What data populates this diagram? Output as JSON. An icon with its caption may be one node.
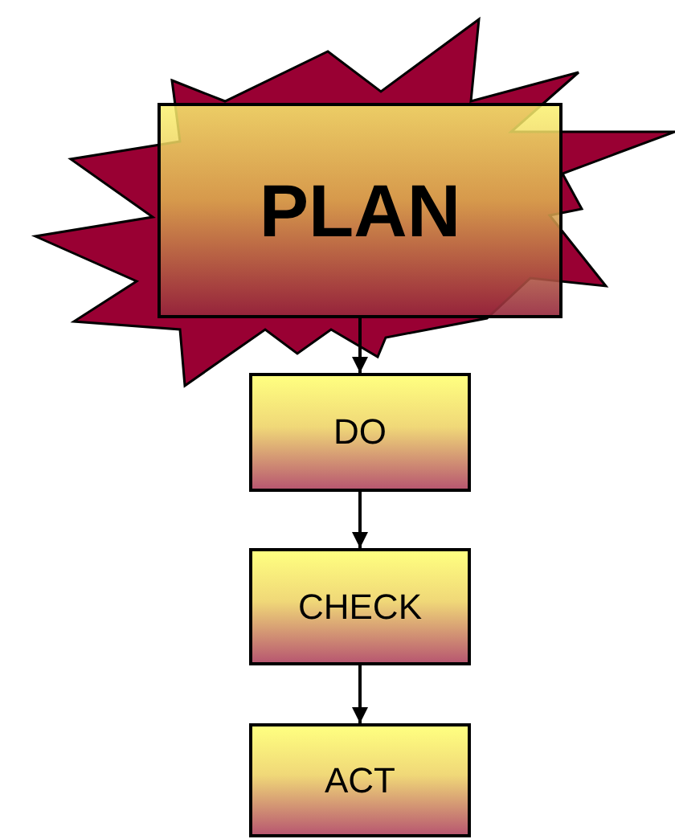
{
  "diagram": {
    "nodes": [
      {
        "text": [
          "PLAN"
        ]
      },
      {
        "text": [
          "DO"
        ]
      },
      {
        "text": [
          "CHECK"
        ]
      },
      {
        "text": [
          "ACT"
        ]
      }
    ],
    "edges": [
      {
        "from": 0,
        "to": 1,
        "arrow": "to"
      },
      {
        "from": 1,
        "to": 2,
        "arrow": "to"
      },
      {
        "from": 2,
        "to": 3,
        "arrow": "to"
      }
    ]
  }
}
